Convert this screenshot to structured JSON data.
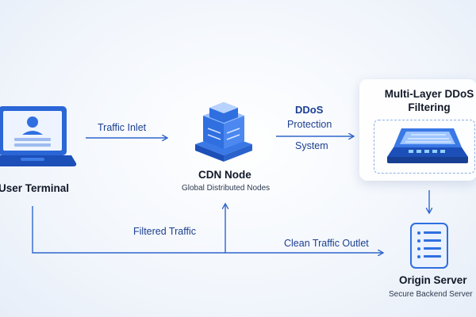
{
  "nodes": {
    "user_terminal": {
      "title": "User Terminal"
    },
    "cdn_node": {
      "title": "CDN Node",
      "subtitle": "Global Distributed Nodes"
    },
    "ddos_filter": {
      "title_line1": "Multi-Layer DDoS",
      "title_line2": "Filtering"
    },
    "origin_server": {
      "title": "Origin Server",
      "subtitle": "Secure Backend Server"
    }
  },
  "edges": {
    "traffic_inlet": "Traffic Inlet",
    "ddos_line1": "DDoS",
    "ddos_line2": "Protection",
    "ddos_line3": "System",
    "filtered_traffic": "Filtered Traffic",
    "clean_traffic": "Clean Traffic Outlet"
  },
  "colors": {
    "accent": "#2f6fe0",
    "accent_dark": "#1d4fb8",
    "line": "#2f66cc"
  },
  "icons": [
    "laptop-icon",
    "server-stack-icon",
    "filter-appliance-icon",
    "server-document-icon"
  ]
}
